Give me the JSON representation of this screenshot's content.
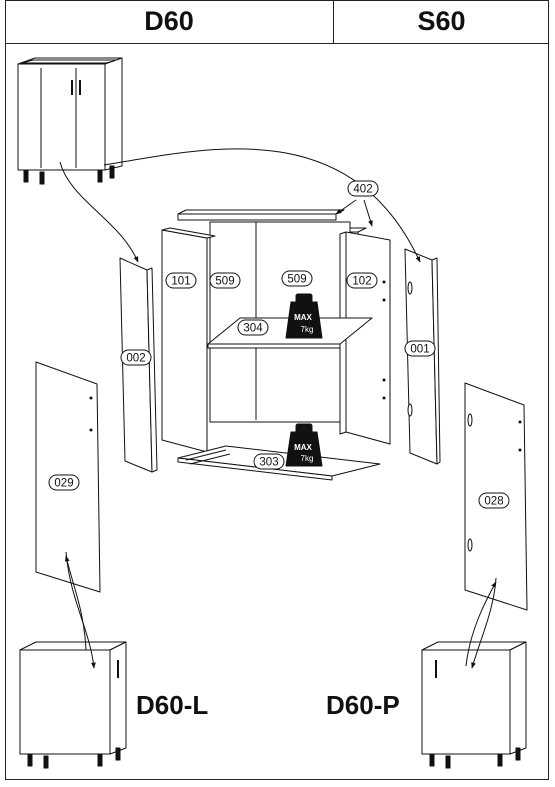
{
  "header": {
    "left_title": "D60",
    "right_title": "S60"
  },
  "variants": {
    "left": "D60-L",
    "right": "D60-P"
  },
  "parts": {
    "p402": "402",
    "p101": "101",
    "p509a": "509",
    "p509b": "509",
    "p102": "102",
    "p304": "304",
    "p002": "002",
    "p001": "001",
    "p303": "303",
    "p029": "029",
    "p028": "028"
  },
  "weight_limit": {
    "label": "MAX",
    "value": "7kg"
  }
}
